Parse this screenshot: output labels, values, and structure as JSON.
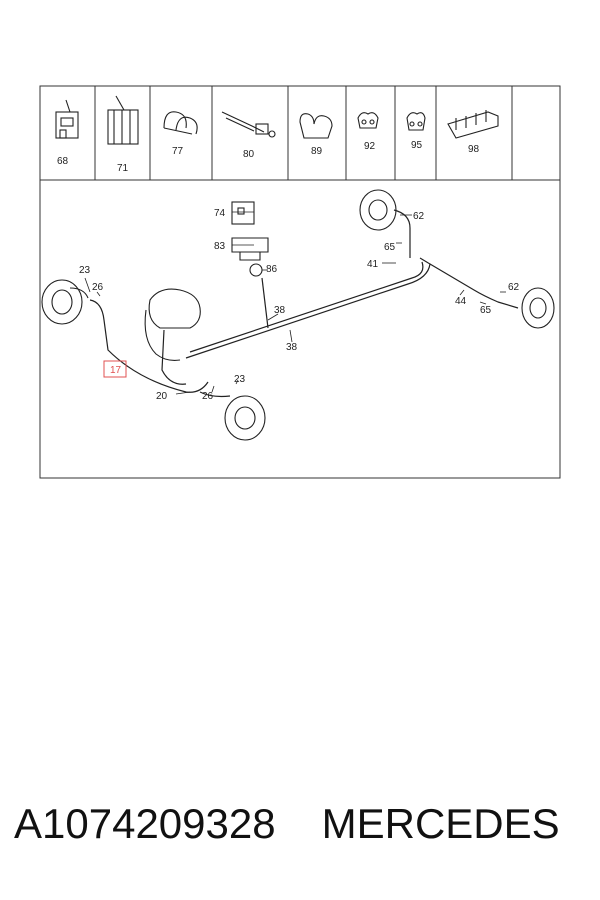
{
  "header_parts": [
    {
      "label": "68"
    },
    {
      "label": "71"
    },
    {
      "label": "77"
    },
    {
      "label": "80"
    },
    {
      "label": "89"
    },
    {
      "label": "92"
    },
    {
      "label": "95"
    },
    {
      "label": "98"
    }
  ],
  "callouts": {
    "c74": "74",
    "c83": "83",
    "c86": "86",
    "c62a": "62",
    "c65a": "65",
    "c41": "41",
    "c23a": "23",
    "c26a": "26",
    "c38a": "38",
    "c38b": "38",
    "c44": "44",
    "c62b": "62",
    "c65b": "65",
    "c17": "17",
    "c20": "20",
    "c26b": "26",
    "c23b": "23"
  },
  "highlight_color": "#e05050",
  "caption": {
    "part_number": "A1074209328",
    "brand": "MERCEDES"
  }
}
